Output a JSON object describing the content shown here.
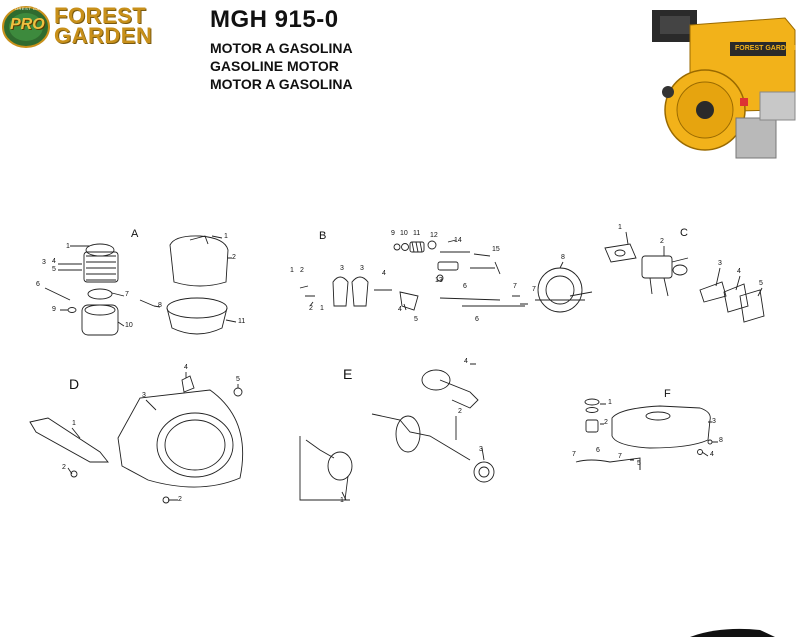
{
  "brand": {
    "badge_text": "PRO",
    "badge_ring_text": "FOREST GARDEN",
    "line1": "FOREST",
    "line2": "GARDEN"
  },
  "header": {
    "model": "MGH 915-0",
    "subtitle_1": "MOTOR A GASOLINA",
    "subtitle_2": "GASOLINE MOTOR",
    "subtitle_3": "MOTOR A GASOLINA"
  },
  "engine_photo": {
    "label": "FOREST GARDEN",
    "colors": {
      "body": "#f2b21a",
      "dark": "#2a2a2a",
      "metal": "#b9b9b9"
    }
  },
  "sections": {
    "A": {
      "label": "A",
      "numbers": [
        "1",
        "1",
        "3",
        "4",
        "5",
        "2",
        "6",
        "7",
        "8",
        "9",
        "10",
        "11"
      ]
    },
    "B": {
      "label": "B",
      "numbers": [
        "9",
        "10",
        "11",
        "12",
        "14",
        "15",
        "1",
        "2",
        "3",
        "3",
        "4",
        "13",
        "7",
        "8",
        "2",
        "1",
        "4",
        "5",
        "6",
        "7",
        "6"
      ]
    },
    "C": {
      "label": "C",
      "numbers": [
        "1",
        "2",
        "3",
        "4",
        "5"
      ]
    },
    "D": {
      "label": "D",
      "numbers": [
        "4",
        "5",
        "3",
        "1",
        "2",
        "2"
      ]
    },
    "E": {
      "label": "E",
      "numbers": [
        "4",
        "2",
        "3",
        "1"
      ]
    },
    "F": {
      "label": "F",
      "numbers": [
        "1",
        "2",
        "3",
        "8",
        "4",
        "7",
        "6",
        "7",
        "5"
      ]
    }
  }
}
